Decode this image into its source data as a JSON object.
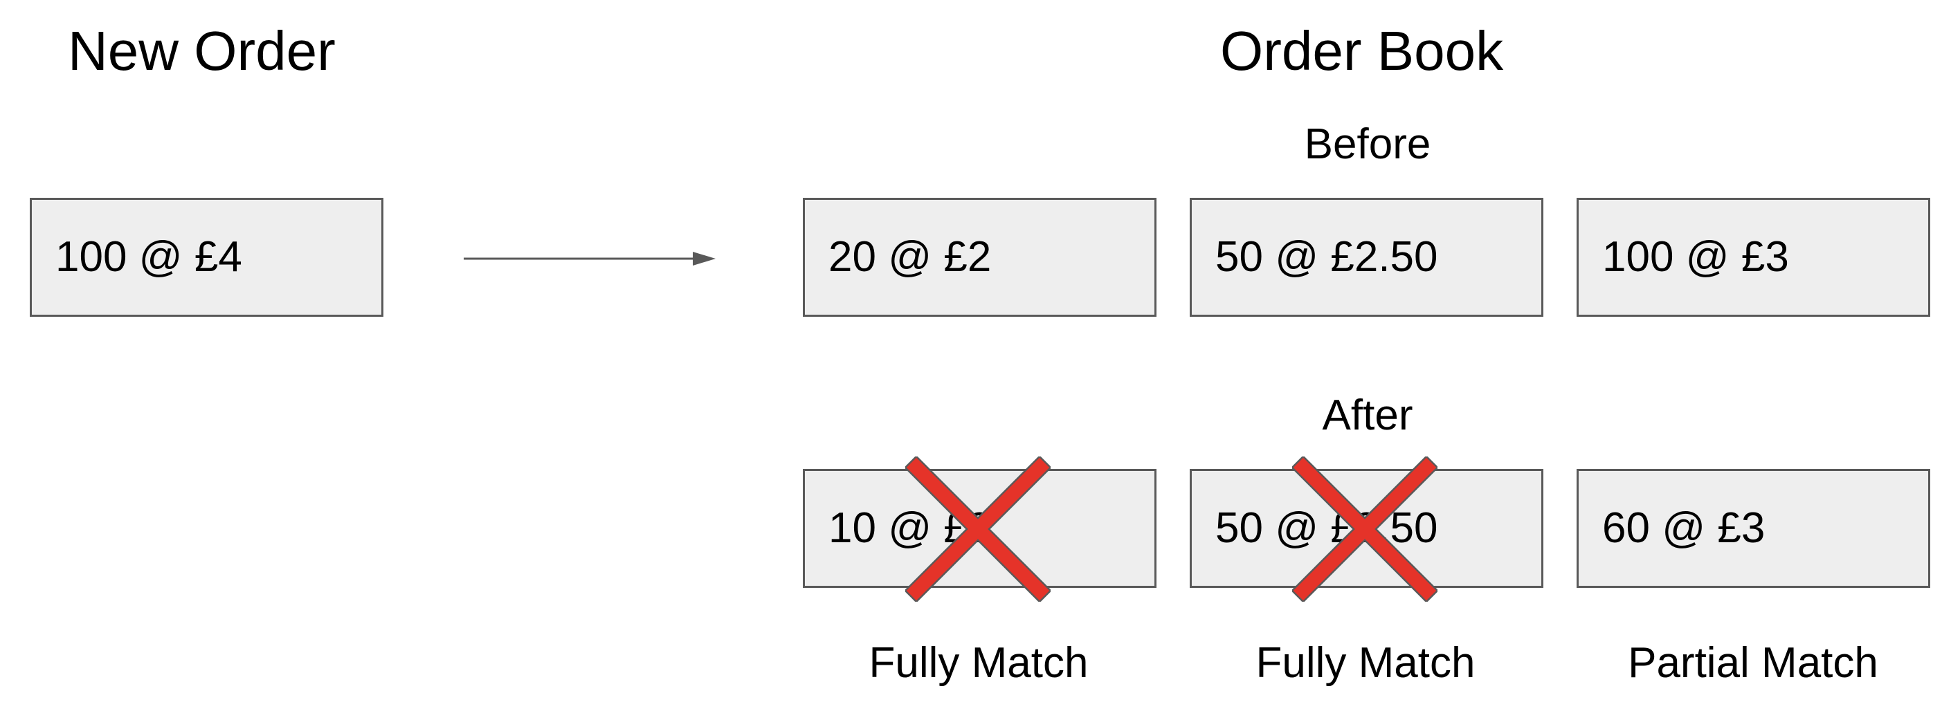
{
  "new_order": {
    "heading": "New Order",
    "order": "100 @ £4"
  },
  "order_book": {
    "heading": "Order Book",
    "before_label": "Before",
    "after_label": "After",
    "before": [
      "20 @ £2",
      "50 @ £2.50",
      "100 @ £3"
    ],
    "after": [
      "10 @ £2",
      "50 @ £2.50",
      "60 @ £3"
    ],
    "match_labels": [
      "Fully Match",
      "Fully Match",
      "Partial Match"
    ]
  },
  "colors": {
    "box_fill": "#eeeeee",
    "box_border": "#595959",
    "cross_fill": "#e53329",
    "arrow": "#595959"
  },
  "icons": [
    "arrow-right-icon",
    "cross-icon"
  ]
}
